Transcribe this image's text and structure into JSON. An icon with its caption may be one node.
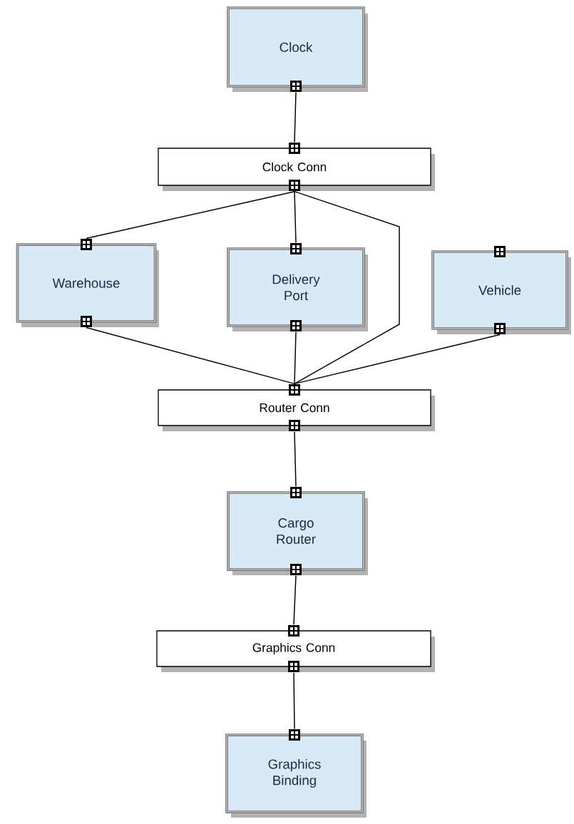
{
  "diagram": {
    "nodes": [
      {
        "text": [
          "Clock"
        ]
      },
      {
        "text": [
          "Clock Conn"
        ]
      },
      {
        "text": [
          "Warehouse"
        ]
      },
      {
        "text": [
          "Delivery Port"
        ]
      },
      {
        "text": [
          "Vehicle"
        ]
      },
      {
        "text": [
          "Router Conn"
        ]
      },
      {
        "text": [
          "Cargo Router"
        ]
      },
      {
        "text": [
          "Graphics Conn"
        ]
      },
      {
        "text": [
          "Graphics Binding"
        ]
      }
    ],
    "edges": [
      {
        "from": 0,
        "to": 1,
        "arrow": "none"
      },
      {
        "from": 1,
        "to": 2,
        "arrow": "none"
      },
      {
        "from": 1,
        "to": 3,
        "arrow": "none"
      },
      {
        "from": 1,
        "to": 5,
        "arrow": "none"
      },
      {
        "from": 2,
        "to": 5,
        "arrow": "none"
      },
      {
        "from": 3,
        "to": 5,
        "arrow": "none"
      },
      {
        "from": 4,
        "to": 5,
        "arrow": "none"
      },
      {
        "from": 5,
        "to": 6,
        "arrow": "none"
      },
      {
        "from": 6,
        "to": 7,
        "arrow": "none"
      },
      {
        "from": 7,
        "to": 8,
        "arrow": "none"
      }
    ]
  }
}
